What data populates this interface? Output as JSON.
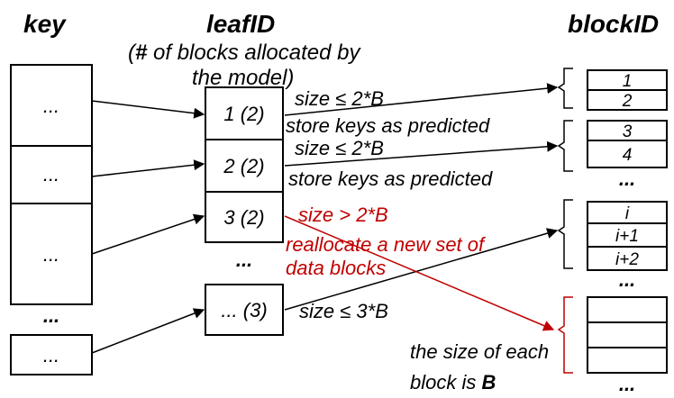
{
  "headers": {
    "key": "key",
    "leaf": "leafID",
    "block": "blockID"
  },
  "subtitle": {
    "hash": "#",
    "line1_rest": " of blocks allocated by",
    "line2": "the model)"
  },
  "key_boxes": [
    "...",
    "...",
    "...",
    "..."
  ],
  "key_gap": "...",
  "leaf_boxes": [
    "1 (2)",
    "2 (2)",
    "3 (2)",
    "... (3)"
  ],
  "leaf_gap": "...",
  "annotations": {
    "size1": "size ≤ 2*B",
    "store1": "store keys as predicted",
    "size2": "size ≤ 2*B",
    "store2": "store keys as predicted",
    "size3": "size > 2*B",
    "realloc1": "reallocate a new set of",
    "realloc2": "data blocks",
    "size4": "size ≤ 3*B"
  },
  "block_groups": [
    [
      "1",
      "2"
    ],
    [
      "3",
      "4"
    ],
    [
      "i",
      "i+1",
      "i+2"
    ],
    [
      "",
      "",
      ""
    ]
  ],
  "block_gaps": [
    "...",
    "...",
    "..."
  ],
  "note": {
    "line1": "the size of each",
    "line2_prefix": "block is ",
    "line2_bold": "B"
  },
  "colors": {
    "accent_red": "#c00000",
    "stroke": "#000000"
  }
}
